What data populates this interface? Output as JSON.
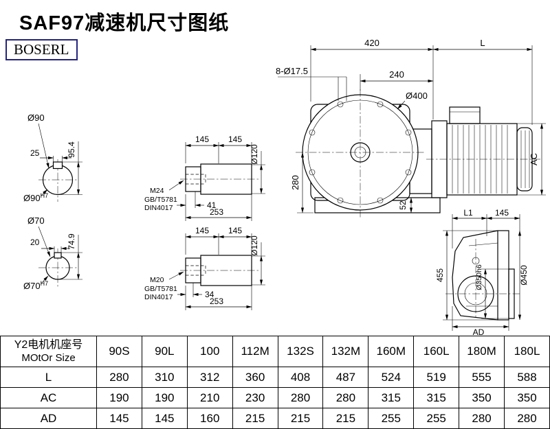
{
  "page": {
    "title": "SAF97减速机尺寸图纸",
    "logo": "BOSERL"
  },
  "front_view": {
    "dim_width": "420",
    "dim_length": "L",
    "dim_bolts": "8-Ø17.5",
    "dim_240": "240",
    "dim_flange": "Ø400",
    "dim_height": "280",
    "dim_base": "52",
    "dim_motor_height": "AC"
  },
  "side_view": {
    "dim_l1": "L1",
    "dim_145": "145",
    "dim_height": "455",
    "dim_spigot": "Ø350h6",
    "dim_flange_od": "Ø450",
    "dim_ad": "AD"
  },
  "bore_90": {
    "dia": "Ø90",
    "key_width": "25",
    "key_height": "95.4",
    "fit": "Ø90",
    "fit_tol": "H7"
  },
  "bore_70": {
    "dia": "Ø70",
    "key_width": "20",
    "key_height": "74.9",
    "fit": "Ø70",
    "fit_tol": "H7"
  },
  "shaft_m24": {
    "dim_145a": "145",
    "dim_145b": "145",
    "dia": "Ø120",
    "thread": "M24",
    "std_gb": "GB/T5781",
    "std_din": "DIN4017",
    "thread_len": "41",
    "total_len": "253"
  },
  "shaft_m20": {
    "dim_145a": "145",
    "dim_145b": "145",
    "dia": "Ø120",
    "thread": "M20",
    "std_gb": "GB/T5781",
    "std_din": "DIN4017",
    "thread_len": "34",
    "total_len": "253"
  },
  "table": {
    "size_label_cn": "Y2电机机座号",
    "size_label_en": "MOtOr Size",
    "columns": [
      "90S",
      "90L",
      "100",
      "112M",
      "132S",
      "132M",
      "160M",
      "160L",
      "180M",
      "180L"
    ],
    "rows": [
      {
        "label": "L",
        "values": [
          "280",
          "310",
          "312",
          "360",
          "408",
          "487",
          "524",
          "519",
          "555",
          "588"
        ]
      },
      {
        "label": "AC",
        "values": [
          "190",
          "190",
          "210",
          "230",
          "280",
          "280",
          "315",
          "315",
          "350",
          "350"
        ]
      },
      {
        "label": "AD",
        "values": [
          "145",
          "145",
          "160",
          "215",
          "215",
          "215",
          "255",
          "255",
          "280",
          "280"
        ]
      }
    ]
  }
}
